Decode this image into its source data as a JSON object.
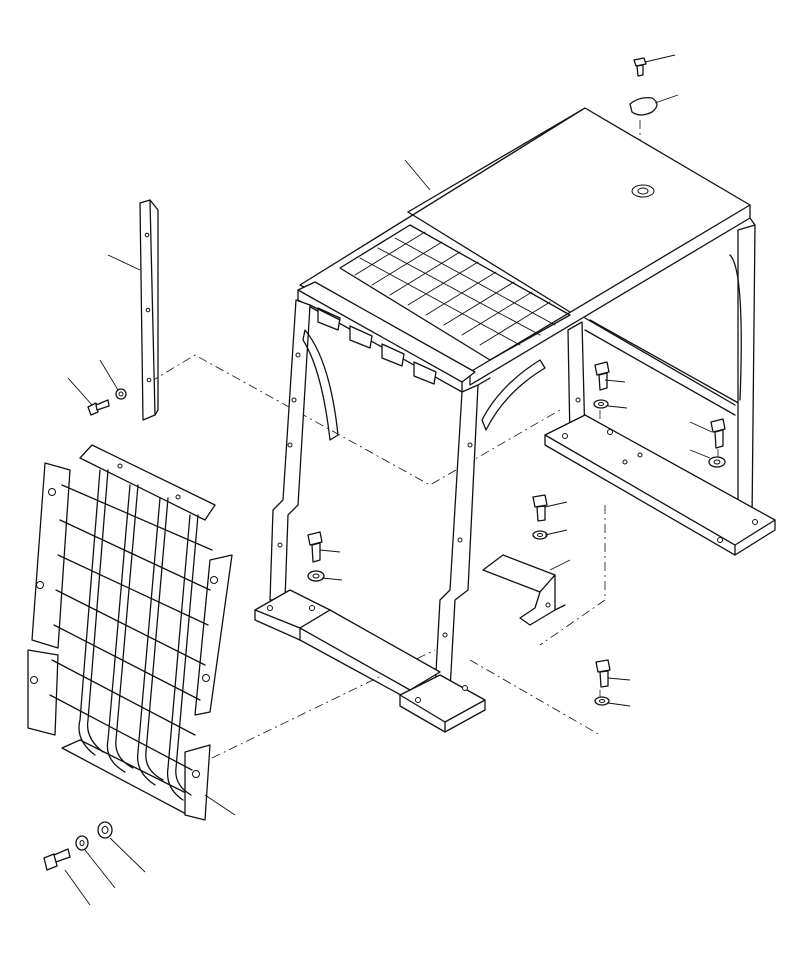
{
  "diagram": {
    "colors": {
      "line": "#111111",
      "background": "#ffffff"
    },
    "parts": [
      "canopy-frame",
      "roof-cap",
      "roof-bolt",
      "side-rail",
      "front-guard",
      "rear-guard",
      "mount-bracket",
      "mount-bolt",
      "mount-washer",
      "guard-bolt",
      "guard-washer",
      "guard-spacer"
    ]
  }
}
